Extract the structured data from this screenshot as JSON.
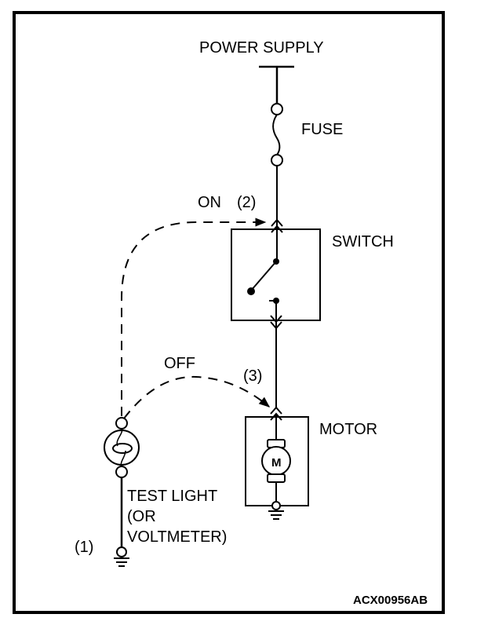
{
  "diagram": {
    "title": "Circuit continuity check with test light",
    "reference_code": "ACX00956AB",
    "labels": {
      "power_supply": "POWER SUPPLY",
      "fuse": "FUSE",
      "switch": "SWITCH",
      "motor": "MOTOR",
      "motor_symbol": "M",
      "test_light_line1": "TEST LIGHT",
      "test_light_line2": "(OR",
      "test_light_line3": "VOLTMETER)",
      "on_label": "ON",
      "step_1": "(1)",
      "step_2": "(2)",
      "step_3": "(3)",
      "off_label": "OFF"
    },
    "components": [
      {
        "id": "power-supply",
        "type": "terminal"
      },
      {
        "id": "fuse",
        "type": "fuse"
      },
      {
        "id": "switch",
        "type": "switch",
        "state": "open"
      },
      {
        "id": "motor",
        "type": "motor",
        "grounded": true
      },
      {
        "id": "test-light",
        "type": "test-lamp",
        "grounded": true
      }
    ],
    "probe_paths": [
      {
        "from": "test-light",
        "to": "switch-input",
        "label": "ON",
        "step": "(2)",
        "style": "dashed"
      },
      {
        "from": "test-light",
        "to": "motor-input",
        "label": "OFF",
        "step": "(3)",
        "style": "dashed"
      }
    ],
    "colors": {
      "line": "#000000",
      "background": "#ffffff"
    }
  }
}
